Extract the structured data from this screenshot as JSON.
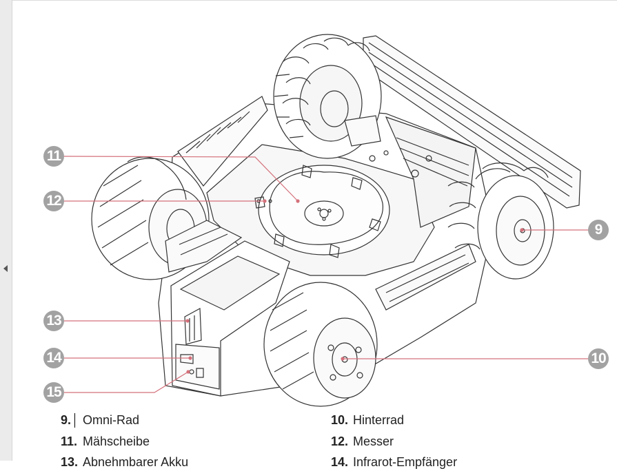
{
  "callouts": [
    {
      "id": "c11",
      "number": "11"
    },
    {
      "id": "c12",
      "number": "12"
    },
    {
      "id": "c9",
      "number": "9"
    },
    {
      "id": "c13",
      "number": "13"
    },
    {
      "id": "c14",
      "number": "14"
    },
    {
      "id": "c10",
      "number": "10"
    },
    {
      "id": "c15",
      "number": "15"
    }
  ],
  "legend": [
    {
      "number": "9.",
      "label": "Omni-Rad"
    },
    {
      "number": "10.",
      "label": "Hinterrad"
    },
    {
      "number": "11.",
      "label": "Mähscheibe"
    },
    {
      "number": "12.",
      "label": "Messer"
    },
    {
      "number": "13.",
      "label": "Abnehmbarer Akku"
    },
    {
      "number": "14.",
      "label": "Infrarot-Empfänger"
    }
  ],
  "colors": {
    "leader_line": "#d4707a",
    "callout_fill": "#a2a2a2",
    "drawing_stroke": "#333333"
  }
}
